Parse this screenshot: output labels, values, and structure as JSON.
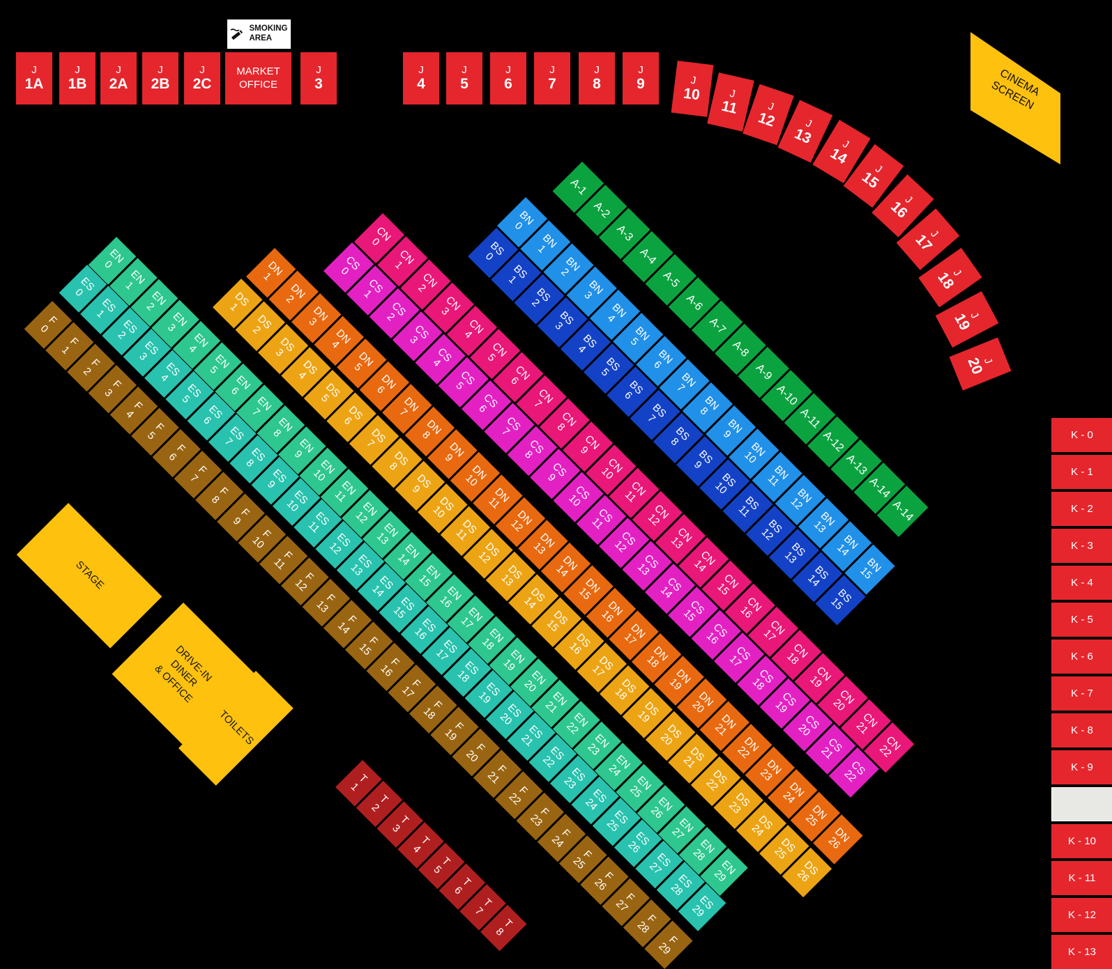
{
  "smoking_area": {
    "label": "SMOKING AREA"
  },
  "cinema_screen": {
    "label": "CINEMA SCREEN",
    "color": "#FEC10D"
  },
  "top_row": {
    "stall_color": "#E5262D",
    "items": [
      {
        "kind": "stall",
        "top": "J",
        "label": "1A"
      },
      {
        "kind": "stall",
        "top": "J",
        "label": "1B"
      },
      {
        "kind": "stall",
        "top": "J",
        "label": "2A"
      },
      {
        "kind": "stall",
        "top": "J",
        "label": "2B"
      },
      {
        "kind": "stall",
        "top": "J",
        "label": "2C"
      },
      {
        "kind": "office",
        "label": "MARKET OFFICE"
      },
      {
        "kind": "stall",
        "top": "J",
        "label": "3"
      },
      {
        "kind": "stall",
        "top": "J",
        "label": "4"
      },
      {
        "kind": "stall",
        "top": "J",
        "label": "5"
      },
      {
        "kind": "stall",
        "top": "J",
        "label": "6"
      },
      {
        "kind": "stall",
        "top": "J",
        "label": "7"
      },
      {
        "kind": "stall",
        "top": "J",
        "label": "8"
      },
      {
        "kind": "stall",
        "top": "J",
        "label": "9"
      }
    ]
  },
  "curved_stalls": {
    "top": "J",
    "labels": [
      "10",
      "11",
      "12",
      "13",
      "14",
      "15",
      "16",
      "17",
      "18",
      "19",
      "20"
    ]
  },
  "rows": [
    {
      "id": "A",
      "color": "#0BA33F",
      "labels": [
        "A-1",
        "A-2",
        "A-3",
        "A-4",
        "A-5",
        "A-6",
        "A-7",
        "A-8",
        "A-9",
        "A-10",
        "A-11",
        "A-12",
        "A-13",
        "A-14",
        "A-14"
      ]
    },
    {
      "id": "BN",
      "color": "#2190E8",
      "prefix": "BN",
      "numbers": [
        "0",
        "1",
        "2",
        "3",
        "4",
        "5",
        "6",
        "7",
        "8",
        "9",
        "10",
        "11",
        "12",
        "13",
        "14",
        "15"
      ]
    },
    {
      "id": "BS",
      "color": "#1442C6",
      "prefix": "BS",
      "numbers": [
        "0",
        "1",
        "2",
        "3",
        "4",
        "5",
        "6",
        "7",
        "8",
        "9",
        "10",
        "11",
        "12",
        "13",
        "14",
        "15"
      ]
    },
    {
      "id": "CN",
      "color": "#E91778",
      "prefix": "CN",
      "numbers": [
        "0",
        "1",
        "2",
        "3",
        "4",
        "5",
        "6",
        "7",
        "8",
        "9",
        "10",
        "11",
        "12",
        "13",
        "14",
        "15",
        "16",
        "17",
        "18",
        "19",
        "20",
        "21",
        "22"
      ]
    },
    {
      "id": "CS",
      "color": "#E321C3",
      "prefix": "CS",
      "numbers": [
        "0",
        "1",
        "2",
        "3",
        "4",
        "5",
        "6",
        "7",
        "8",
        "9",
        "10",
        "11",
        "12",
        "13",
        "14",
        "15",
        "16",
        "17",
        "18",
        "19",
        "20",
        "21",
        "22"
      ]
    },
    {
      "id": "DN",
      "color": "#E8690F",
      "prefix": "DN",
      "numbers": [
        "1",
        "2",
        "3",
        "4",
        "5",
        "6",
        "7",
        "8",
        "9",
        "10",
        "11",
        "12",
        "13",
        "14",
        "15",
        "16",
        "17",
        "18",
        "19",
        "20",
        "21",
        "22",
        "23",
        "24",
        "25",
        "26"
      ]
    },
    {
      "id": "DS",
      "color": "#EDA414",
      "prefix": "DS",
      "numbers": [
        "1",
        "2",
        "3",
        "4",
        "5",
        "6",
        "7",
        "8",
        "9",
        "10",
        "11",
        "12",
        "13",
        "14",
        "15",
        "16",
        "17",
        "18",
        "19",
        "20",
        "21",
        "22",
        "23",
        "24",
        "25",
        "26"
      ]
    },
    {
      "id": "EN",
      "color": "#2DC78F",
      "prefix": "EN",
      "numbers": [
        "0",
        "1",
        "2",
        "3",
        "4",
        "5",
        "6",
        "7",
        "8",
        "9",
        "10",
        "11",
        "12",
        "13",
        "14",
        "15",
        "16",
        "17",
        "18",
        "19",
        "20",
        "21",
        "22",
        "23",
        "24",
        "25",
        "26",
        "27",
        "28",
        "29"
      ]
    },
    {
      "id": "ES",
      "color": "#28C2AE",
      "prefix": "ES",
      "numbers": [
        "0",
        "1",
        "2",
        "3",
        "4",
        "5",
        "6",
        "7",
        "8",
        "9",
        "10",
        "11",
        "12",
        "13",
        "14",
        "15",
        "16",
        "17",
        "18",
        "19",
        "20",
        "21",
        "22",
        "23",
        "24",
        "25",
        "26",
        "27",
        "28",
        "29"
      ]
    },
    {
      "id": "F",
      "color": "#9A6512",
      "prefix": "F",
      "numbers": [
        "0",
        "1",
        "2",
        "3",
        "4",
        "5",
        "6",
        "7",
        "8",
        "9",
        "10",
        "11",
        "12",
        "13",
        "14",
        "15",
        "16",
        "17",
        "18",
        "19",
        "20",
        "21",
        "22",
        "23",
        "24",
        "25",
        "26",
        "27",
        "28",
        "29"
      ]
    },
    {
      "id": "T",
      "color": "#B01F1F",
      "prefix": "T",
      "numbers": [
        "1",
        "2",
        "3",
        "4",
        "5",
        "6",
        "7",
        "8"
      ]
    }
  ],
  "k_column": {
    "color": "#E5262D",
    "empty_color": "#E8E8E5",
    "labels": [
      "K - 0",
      "K - 1",
      "K - 2",
      "K - 3",
      "K - 4",
      "K - 5",
      "K - 6",
      "K - 7",
      "K - 8",
      "K - 9",
      "",
      "K - 10",
      "K - 11",
      "K - 12",
      "K - 13"
    ]
  },
  "venues": {
    "color": "#FEC10D",
    "stage": "STAGE",
    "diner_lines": [
      "DRIVE-IN",
      "DINER",
      "& OFFICE"
    ],
    "toilets": "TOILETS"
  }
}
